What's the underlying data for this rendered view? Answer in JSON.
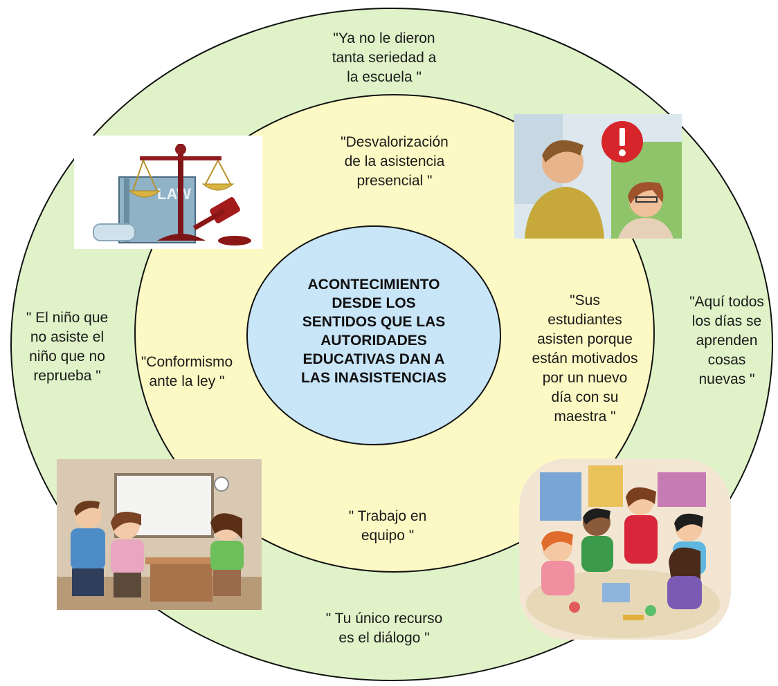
{
  "center": {
    "label": "ACONTECIMIENTO\nDESDE LOS\nSENTIDOS QUE LAS\nAUTORIDADES\nEDUCATIVAS DAN A\nLAS INASISTENCIAS"
  },
  "outer_ring": {
    "top": "\"Ya no le dieron\ntanta seriedad a\nla escuela \"",
    "left": "\" El niño que\nno asiste el\nniño que no\nreprueba \"",
    "right": "\"Aquí todos\nlos días se\naprenden\ncosas\nnuevas \"",
    "bottom": "\" Tu único recurso\nes el diálogo \""
  },
  "inner_ring": {
    "top": "\"Desvalorización\nde la asistencia\npresencial \"",
    "left": "\"Conformismo\nante la ley \"",
    "right": "\"Sus\nestudiantes\nasisten porque\nestán motivados\npor un nuevo\ndía con su\nmaestra \"",
    "bottom": "\" Trabajo en\nequipo \""
  },
  "images": {
    "top_left": "law-scales-gavel-illustration",
    "top_right": "teacher-warning-illustration",
    "bottom_left": "classroom-meeting-illustration",
    "bottom_right": "children-crafts-illustration"
  },
  "colors": {
    "outer_ring": "#dff2c8",
    "inner_ring": "#fdf9c4",
    "center": "#c9e5f8",
    "stroke": "#111111"
  }
}
